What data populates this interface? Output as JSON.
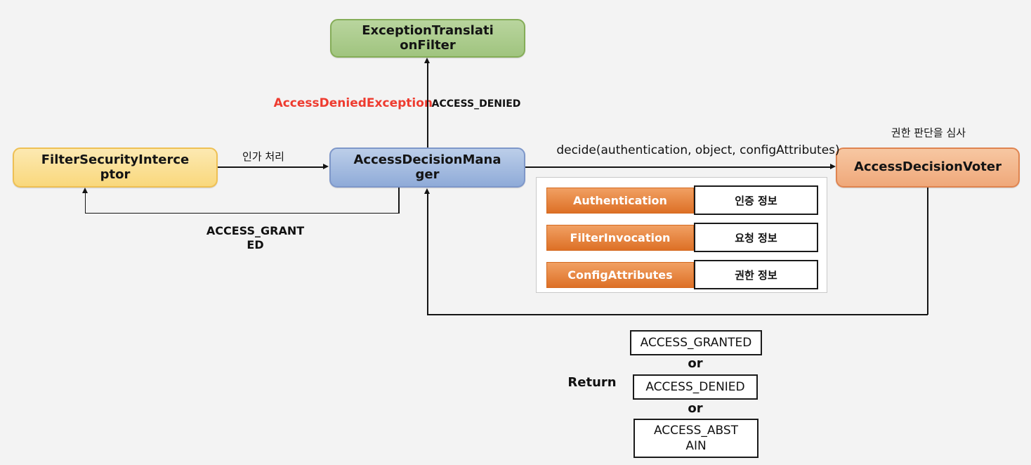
{
  "diagram": {
    "nodes": {
      "exception_translation_filter": "ExceptionTranslationFilter",
      "filter_security_interceptor": "FilterSecurityInterceptor",
      "access_decision_manager": "AccessDecisionManager",
      "access_decision_voter": "AccessDecisionVoter"
    },
    "labels": {
      "access_denied_exception": "AccessDeniedException",
      "access_denied": "ACCESS_DENIED",
      "authorize": "인가 처리",
      "access_granted": "ACCESS_GRANTED",
      "decide_call": "decide(authentication, object, configAttributes)",
      "voter_caption": "권한 판단을 심사"
    },
    "table": {
      "rows": [
        {
          "name": "Authentication",
          "desc": "인증 정보"
        },
        {
          "name": "FilterInvocation",
          "desc": "요청 정보"
        },
        {
          "name": "ConfigAttributes",
          "desc": "권한 정보"
        }
      ]
    },
    "return_section": {
      "label": "Return",
      "separator": "or",
      "options": [
        "ACCESS_GRANTED",
        "ACCESS_DENIED",
        "ACCESS_ABSTAIN"
      ]
    },
    "colors": {
      "background": "#f3f3f3",
      "green_fill": "#a9cc8e",
      "green_border": "#85ad58",
      "yellow_fill": "#fadf96",
      "yellow_border": "#eec054",
      "blue_fill": "#a4bce0",
      "blue_border": "#7e97c9",
      "salmon_fill": "#f3b88e",
      "salmon_border": "#df8450",
      "orange_header": "#e5812f",
      "exception_text": "#ee3b2f",
      "line": "#141414"
    }
  }
}
